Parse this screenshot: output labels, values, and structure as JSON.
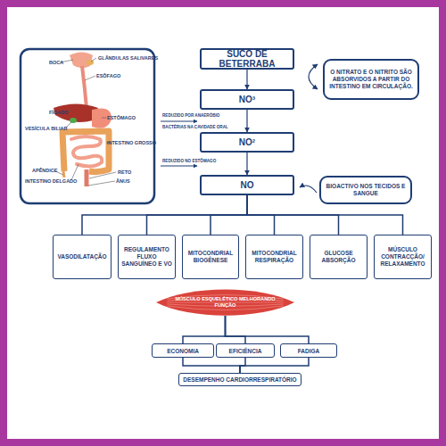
{
  "diagram": {
    "nodes": [
      {
        "text": [
          "SUCO DE BETERRABA"
        ]
      },
      {
        "text": [
          "O NITRATO E O NITRITO SÃO ABSORVIDOS A PARTIR DO INTESTINO EM CIRCULAÇÃO."
        ]
      },
      {
        "text": [
          "NO³"
        ]
      },
      {
        "text": [
          "NO²"
        ]
      },
      {
        "text": [
          "NO"
        ]
      },
      {
        "text": [
          "BIOACTIVO NOS TECIDOS E SANGUE"
        ]
      },
      {
        "text": [
          "VASODILATAÇÃO"
        ]
      },
      {
        "text": [
          "REGULAMENTO FLUXO SANGUÍNEO E VO"
        ]
      },
      {
        "text": [
          "MITOCONDRIAL BIOGÊNESE"
        ]
      },
      {
        "text": [
          "MITOCONDRIAL RESPIRAÇÃO"
        ]
      },
      {
        "text": [
          "GLUCOSE ABSORÇÃO"
        ]
      },
      {
        "text": [
          "MÚSCULO CONTRACÇÃO/ RELAXAMENTO"
        ]
      },
      {
        "text": [
          "MÚSCULO ESQUELÉTICO MELHORANDO FUNÇÃO"
        ]
      },
      {
        "text": [
          "ECONOMIA"
        ]
      },
      {
        "text": [
          "EFICIÊNCIA"
        ]
      },
      {
        "text": [
          "FADIGA"
        ]
      },
      {
        "text": [
          "DESEMPENHO CARDIORRESPIRATÓRIO"
        ]
      }
    ],
    "edges": [
      {
        "from": 0,
        "to": 2,
        "arrow": "to"
      },
      {
        "from": 2,
        "to": 3,
        "arrow": "to"
      },
      {
        "from": 3,
        "to": 4,
        "arrow": "to"
      },
      {
        "from": 4,
        "to": 6,
        "arrow": "none"
      },
      {
        "from": 4,
        "to": 7,
        "arrow": "none"
      },
      {
        "from": 4,
        "to": 8,
        "arrow": "none"
      },
      {
        "from": 4,
        "to": 9,
        "arrow": "none"
      },
      {
        "from": 4,
        "to": 10,
        "arrow": "none"
      },
      {
        "from": 4,
        "to": 11,
        "arrow": "none"
      },
      {
        "from": 12,
        "to": 13,
        "arrow": "none"
      },
      {
        "from": 12,
        "to": 14,
        "arrow": "none"
      },
      {
        "from": 12,
        "to": 15,
        "arrow": "none"
      },
      {
        "from": 13,
        "to": 16,
        "arrow": "none"
      },
      {
        "from": 14,
        "to": 16,
        "arrow": "none"
      },
      {
        "from": 15,
        "to": 16,
        "arrow": "none"
      }
    ],
    "labels": [
      "GLÂNDULAS SALIVARES",
      "BOCA",
      "ESÔFAGO",
      "FÍGADO",
      "ESTÔMAGO",
      "VESÍCULA BILIAR",
      "INTESTINO GROSSO",
      "APÊNDICE",
      "RETO",
      "INTESTINO DELGADO",
      "ÂNUS",
      "REDUZIDO POR ANAERÓBIO",
      "BACTÉRIAS NA CAVIDADE ORAL",
      "REDUZIDO NO ESTÔMAGO"
    ]
  }
}
